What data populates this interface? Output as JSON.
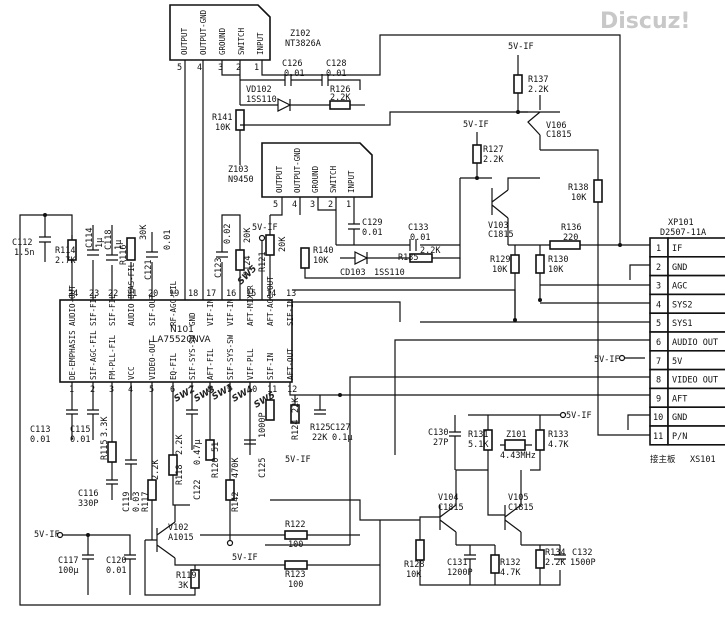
{
  "watermark": "Discuz!",
  "z102": {
    "ref": "Z102",
    "part": "NT3826A",
    "pins": [
      "OUTPUT",
      "OUTPUT-GND",
      "GROUND",
      "SWITCH",
      "INPUT"
    ],
    "pin_nums": [
      "5",
      "4",
      "3",
      "2",
      "1"
    ]
  },
  "z103": {
    "ref": "Z103",
    "part": "N9450",
    "pins": [
      "OUTPUT",
      "OUTPUT-GND",
      "GROUND",
      "SWITCH",
      "INPUT"
    ],
    "pin_nums": [
      "5",
      "4",
      "3",
      "2",
      "1"
    ]
  },
  "n101": {
    "ref": "N101",
    "part": "LA75520NVA",
    "top_pin_nums": [
      "24",
      "23",
      "22",
      "21",
      "20",
      "19",
      "18",
      "17",
      "16",
      "15",
      "14",
      "13"
    ],
    "bottom_pin_nums": [
      "1",
      "2",
      "3",
      "4",
      "5",
      "6",
      "7",
      "8",
      "9",
      "10",
      "11",
      "12"
    ],
    "top_labels": [
      "AUDIO-OUT",
      "SIF-FIL",
      "SIF-FIL",
      "AUDIO BIAS-FIL",
      "SIF-OUT",
      "RF-AGC-FIL",
      "GND",
      "VIF-IN",
      "VIF-IN",
      "AFT-MIXER",
      "AFT-AGC-OUT",
      "SIF-IN"
    ],
    "bottom_labels": [
      "DE-EMPHASIS",
      "SIF-AGC-FIL",
      "FM-PLL-FIL",
      "VCC",
      "VIDEO-OUT",
      "EQ-FIL",
      "SIF-SYS-SW",
      "AFT-FIL",
      "SIF-SYS-SW",
      "VIF-PLL",
      "SIF-IN",
      "AFT-OUT"
    ]
  },
  "xp101": {
    "ref": "XP101",
    "part": "D2507-11A",
    "footer": "接主板",
    "footer_ref": "XS101",
    "pins": [
      {
        "num": "1",
        "name": "IF"
      },
      {
        "num": "2",
        "name": "GND"
      },
      {
        "num": "3",
        "name": "AGC"
      },
      {
        "num": "4",
        "name": "SYS2"
      },
      {
        "num": "5",
        "name": "SYS1"
      },
      {
        "num": "6",
        "name": "AUDIO OUT"
      },
      {
        "num": "7",
        "name": "5V"
      },
      {
        "num": "8",
        "name": "VIDEO OUT"
      },
      {
        "num": "9",
        "name": "AFT"
      },
      {
        "num": "10",
        "name": "GND"
      },
      {
        "num": "11",
        "name": "P/N"
      }
    ]
  },
  "supply_label": "5V-IF",
  "components": {
    "c126": [
      "C126",
      "0.01"
    ],
    "c128": [
      "C128",
      "0.01"
    ],
    "vd102": [
      "VD102",
      "1SS110"
    ],
    "r126": [
      "R126",
      "2.2K"
    ],
    "r141": [
      "R141",
      "10K"
    ],
    "r137": [
      "R137",
      "2.2K"
    ],
    "v106": [
      "V106",
      "C1815"
    ],
    "r127": [
      "R127",
      "2.2K"
    ],
    "r138": [
      "R138",
      "10K"
    ],
    "c129": [
      "C129",
      "0.01"
    ],
    "c133": [
      "C133",
      "0.01"
    ],
    "r135": [
      "R135",
      "2.2K"
    ],
    "cd103": [
      "CD103",
      "1SS110"
    ],
    "r140": [
      "R140",
      "10K"
    ],
    "r121": [
      "R121",
      "20K"
    ],
    "v103": [
      "V103",
      "C1815"
    ],
    "r136": [
      "R136",
      "220"
    ],
    "r129": [
      "R129",
      "10K"
    ],
    "r130": [
      "R130",
      "10K"
    ],
    "c112": [
      "C112",
      "1.5n"
    ],
    "r114": [
      "R114",
      "2.7K"
    ],
    "c114": [
      "C114",
      "1μ"
    ],
    "c118": [
      "C118",
      "1μ"
    ],
    "r116": [
      "R116",
      "30K"
    ],
    "c121": [
      "C121",
      "0.01"
    ],
    "c123": [
      "C123",
      "0.02"
    ],
    "c124": [
      "C124",
      "20K"
    ],
    "c113": [
      "C113",
      "0.01"
    ],
    "c115": [
      "C115",
      "0.01"
    ],
    "r115": [
      "R115",
      "3.3K"
    ],
    "c116": [
      "C116",
      "330P"
    ],
    "c119": [
      "C119",
      "0.03"
    ],
    "r117": [
      "R117",
      "2.2K"
    ],
    "r118": [
      "R118",
      "2.2K"
    ],
    "c122": [
      "C122",
      "0.47μ"
    ],
    "r120": [
      "R120",
      "51"
    ],
    "r142": [
      "R142",
      "470K"
    ],
    "c125": [
      "C125",
      "1000P"
    ],
    "r124": [
      "R124",
      "22K"
    ],
    "r125": [
      "R125",
      "22K"
    ],
    "c127": [
      "C127",
      "0.1μ"
    ],
    "c130": [
      "C130",
      "27P"
    ],
    "r131": [
      "R131",
      "5.1K"
    ],
    "z101": [
      "Z101",
      "4.43MHz"
    ],
    "r133": [
      "R133",
      "4.7K"
    ],
    "v104": [
      "V104",
      "C1815"
    ],
    "v105": [
      "V105",
      "C1815"
    ],
    "r122": [
      "R122",
      "100"
    ],
    "r123": [
      "R123",
      "100"
    ],
    "r128": [
      "R128",
      "10K"
    ],
    "c131": [
      "C131",
      "1200P"
    ],
    "r132": [
      "R132",
      "4.7K"
    ],
    "r134": [
      "R134",
      "2.2K"
    ],
    "c132": [
      "C132",
      "1500P"
    ],
    "v102": [
      "V102",
      "A1015"
    ],
    "r119": [
      "R119",
      "3K"
    ],
    "c117": [
      "C117",
      "100μ"
    ],
    "c120": [
      "C120",
      "0.01"
    ]
  },
  "handwritten": [
    "SW2",
    "SW3",
    "SW1",
    "SW4",
    "SW5"
  ]
}
